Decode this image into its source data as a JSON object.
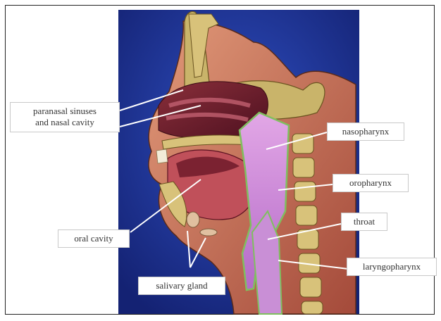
{
  "labels": {
    "paranasal": [
      "paranasal sinuses",
      "and nasal cavity"
    ],
    "nasopharynx": "nasopharynx",
    "oropharynx": "oropharynx",
    "oral_cavity": "oral cavity",
    "throat": "throat",
    "laryngopharynx": "laryngopharynx",
    "salivary_gland": "salivary gland"
  },
  "colors": {
    "background_blue": "#1c2e8c",
    "label_border": "#c9c9c9",
    "pharynx_region": "#c07ad0",
    "outline_green": "#7fbf5f"
  }
}
